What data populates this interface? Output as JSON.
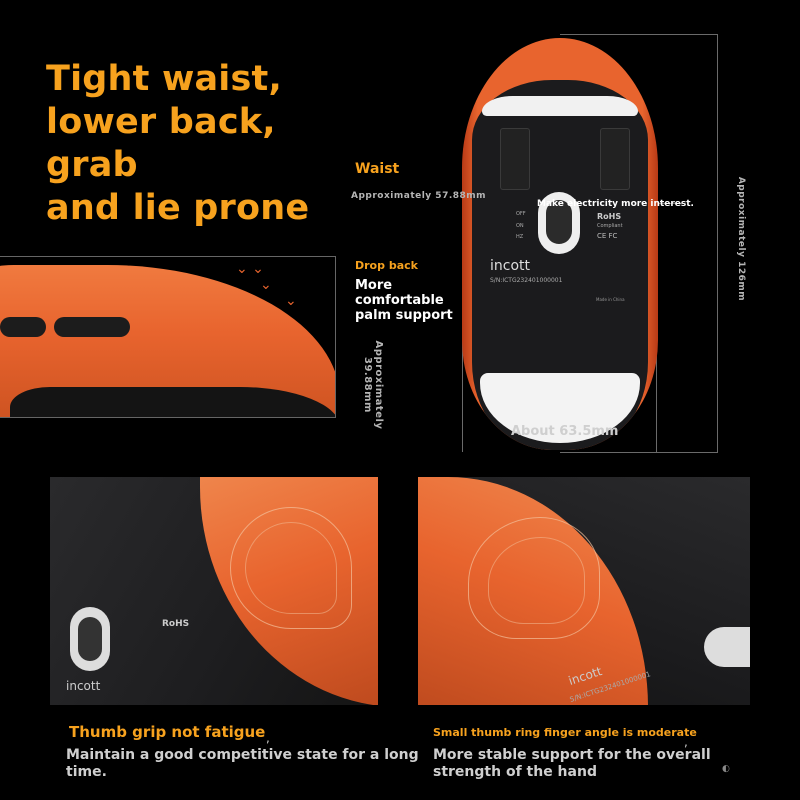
{
  "headline": [
    "Tight waist,",
    "lower back, grab",
    "and lie prone"
  ],
  "waist": {
    "label": "Waist",
    "measure": "Approximately 57.88mm",
    "note": "Make electricity more interest."
  },
  "length": {
    "measure": "Approximately 126mm"
  },
  "width": {
    "measure": "About 63.5mm"
  },
  "height": {
    "measure": "Approximately 39.88mm"
  },
  "dropback": {
    "title": "Drop back",
    "body": [
      "More",
      "comfortable",
      "palm support"
    ]
  },
  "mouse_label": {
    "brand": "incott",
    "serial": "S/N:ICTG232401000001",
    "rohs": "RoHS",
    "compliant": "Compliant",
    "certs": "CE FC",
    "made": "Made in China",
    "switch_off": "OFF",
    "switch_on": "ON",
    "switch_hz": "HZ"
  },
  "captions": {
    "left_title": "Thumb grip not fatigue",
    "left_body": [
      "Maintain a good competitive state for a long",
      "time."
    ],
    "right_title": "Small thumb ring finger angle is moderate",
    "right_body": [
      "More stable support for the overall",
      "strength of the hand"
    ],
    "comma": ","
  },
  "colors": {
    "accent": "#f7a21e",
    "mouse_orange": "#e8642e",
    "background": "#000000"
  }
}
